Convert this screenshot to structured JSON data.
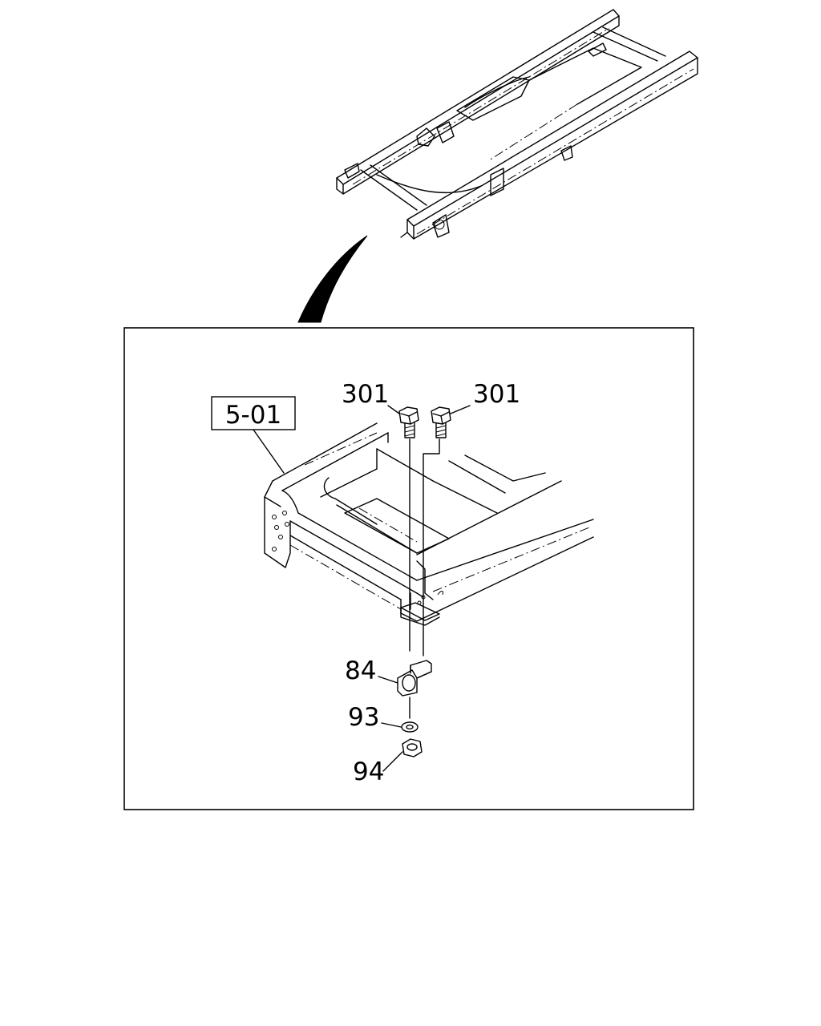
{
  "reference_box": {
    "label": "5-01"
  },
  "callouts": [
    {
      "id": "bolt-left",
      "text": "301"
    },
    {
      "id": "bolt-right",
      "text": "301"
    },
    {
      "id": "bracket",
      "text": "84"
    },
    {
      "id": "washer",
      "text": "93"
    },
    {
      "id": "nut",
      "text": "94"
    }
  ],
  "colors": {
    "line": "#000000",
    "background": "#ffffff"
  }
}
